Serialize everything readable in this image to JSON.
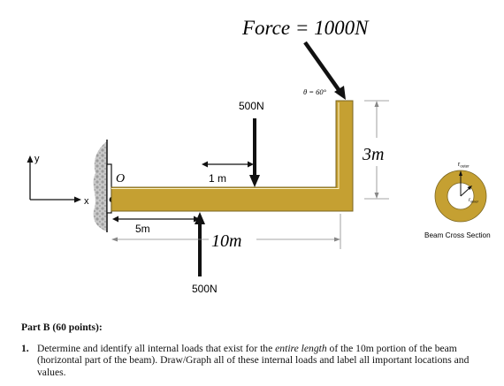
{
  "diagram": {
    "force_label": "Force = 1000N",
    "angle_label": "θ = 60°",
    "load_top_label": "500N",
    "load_bottom_label": "500N",
    "dim_1m_label": "1 m",
    "dim_5m_label": "5m",
    "dim_10m_label": "10m",
    "dim_3m_label": "3m",
    "origin_label": "O",
    "axis_y_label": "y",
    "axis_x_label": "x",
    "r_outer_label": "r",
    "r_outer_sub": "outer",
    "r_inner_label": "r",
    "r_inner_sub": "inner",
    "cross_section_label": "Beam Cross Section",
    "colors": {
      "beam": "#c5a032",
      "beam_edge": "#7a6520",
      "wall": "#b8b8b8",
      "ink": "#111111"
    }
  },
  "problem": {
    "part_title": "Part B (60 points):",
    "question_number": "1.",
    "text_1": "Determine and identify all internal loads that exist for the ",
    "text_2": "entire length",
    "text_3": " of the 10m portion of the beam (horizontal part of the beam). Draw/Graph all of these internal loads and label all important locations and values."
  }
}
